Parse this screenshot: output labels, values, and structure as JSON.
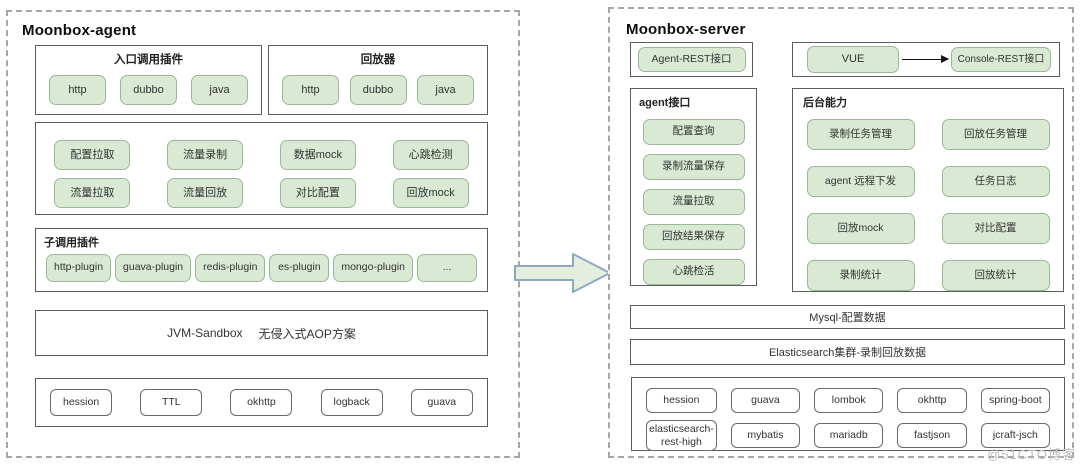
{
  "colors": {
    "chip_green_fill": "#d9e9d3",
    "chip_green_border": "#9bb896",
    "box_border": "#5c5c5c",
    "panel_dash": "#a6a6a6",
    "arrow_fill": "#e4eedf",
    "arrow_stroke": "#8fa8be"
  },
  "watermark": "@51CTO博客",
  "agent": {
    "title": "Moonbox-agent",
    "entry_plugins": {
      "title": "入口调用插件",
      "items": [
        "http",
        "dubbo",
        "java"
      ]
    },
    "replayer": {
      "title": "回放器",
      "items": [
        "http",
        "dubbo",
        "java"
      ]
    },
    "capabilities": {
      "rows": [
        [
          "配置拉取",
          "流量录制",
          "数据mock",
          "心跳检测"
        ],
        [
          "流量拉取",
          "流量回放",
          "对比配置",
          "回放mock"
        ]
      ]
    },
    "sub_plugins": {
      "title": "子调用插件",
      "items": [
        "http-plugin",
        "guava-plugin",
        "redis-plugin",
        "es-plugin",
        "mongo-plugin",
        "..."
      ]
    },
    "sandbox": {
      "name": "JVM-Sandbox",
      "desc": "无侵入式AOP方案"
    },
    "dependencies": [
      "hession",
      "TTL",
      "okhttp",
      "logback",
      "guava"
    ]
  },
  "server": {
    "title": "Moonbox-server",
    "agent_rest_label": "Agent-REST接口",
    "vue_label": "VUE",
    "console_rest_label": "Console-REST接口",
    "agent_api": {
      "title": "agent接口",
      "items": [
        "配置查询",
        "录制流量保存",
        "流量拉取",
        "回放结果保存",
        "心跳检活"
      ]
    },
    "backend": {
      "title": "后台能力",
      "rows": [
        [
          "录制任务管理",
          "回放任务管理"
        ],
        [
          "agent 远程下发",
          "任务日志"
        ],
        [
          "回放mock",
          "对比配置"
        ],
        [
          "录制统计",
          "回放统计"
        ]
      ]
    },
    "storage": [
      "Mysql-配置数据",
      "Elasticsearch集群-录制回放数据"
    ],
    "dependencies": {
      "rows": [
        [
          "hession",
          "guava",
          "lombok",
          "okhttp",
          "spring-boot"
        ],
        [
          "elasticsearch-rest-high",
          "mybatis",
          "mariadb",
          "fastjson",
          "jcraft-jsch"
        ]
      ]
    }
  }
}
